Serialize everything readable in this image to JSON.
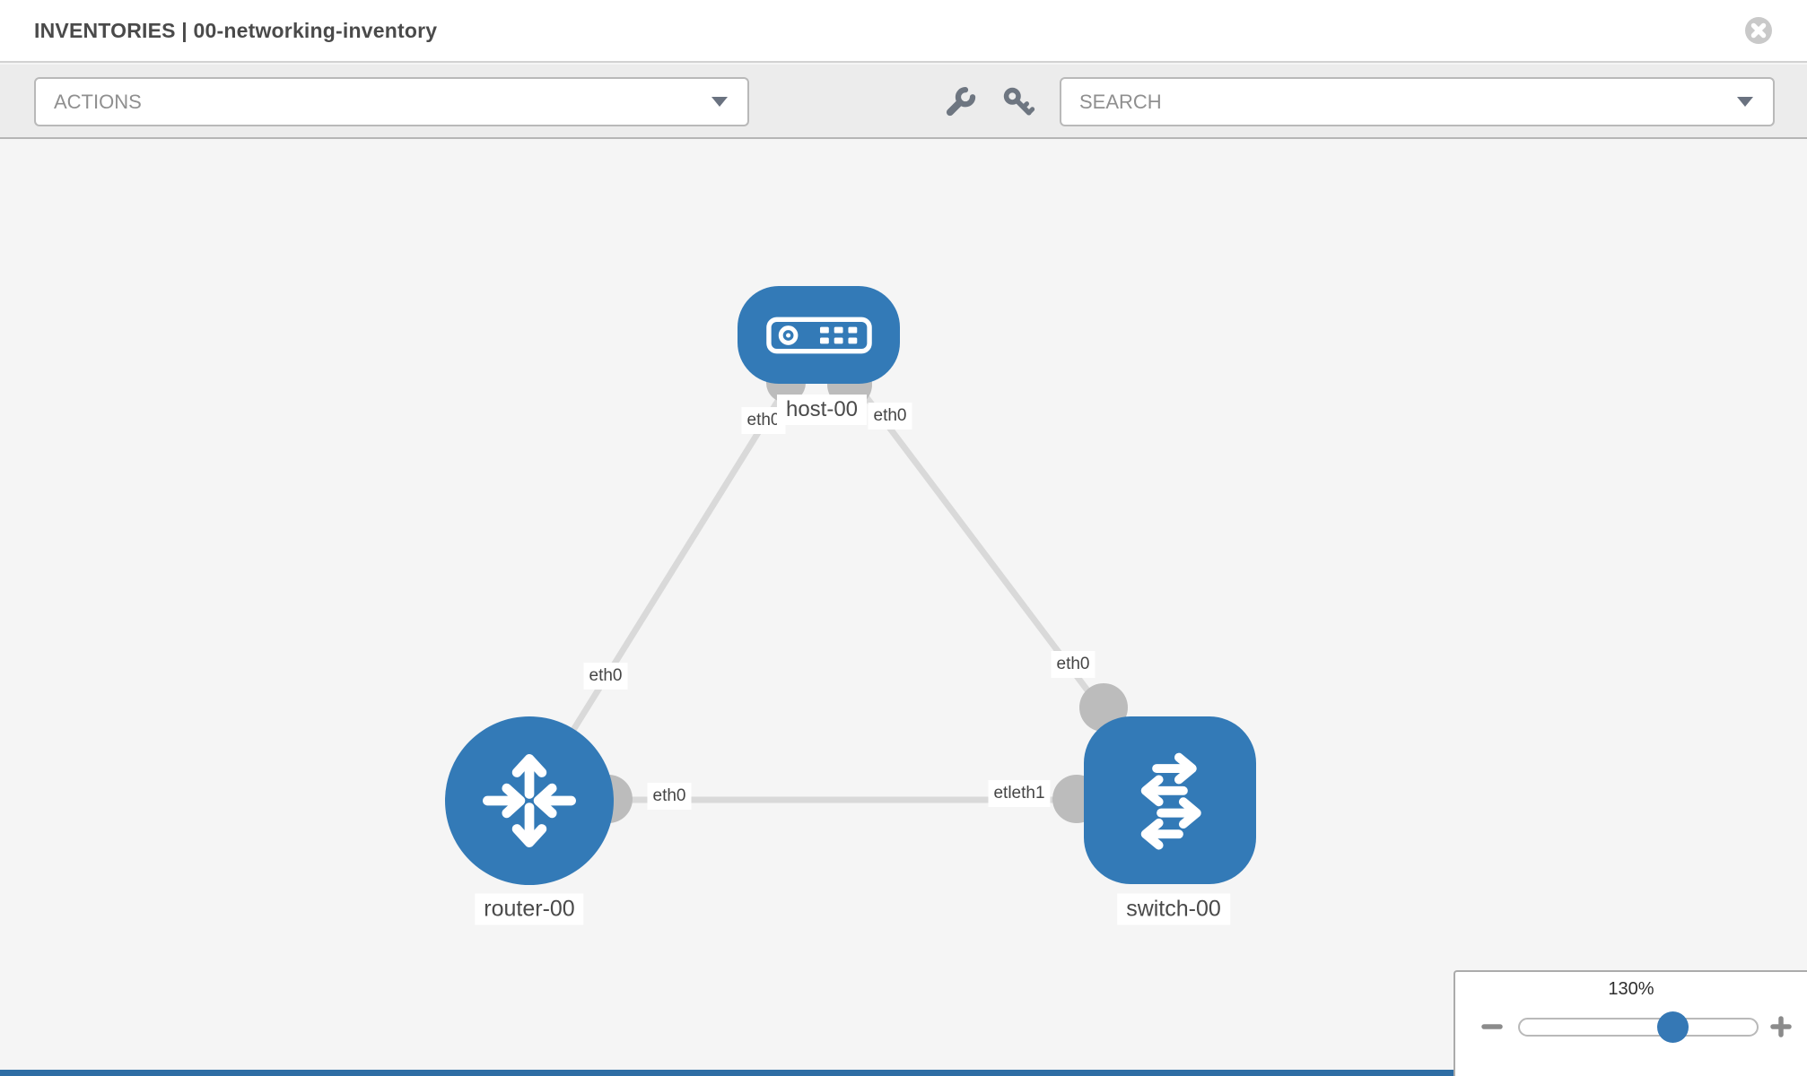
{
  "header": {
    "title": "INVENTORIES | 00-networking-inventory"
  },
  "toolbar": {
    "actions": {
      "placeholder": "ACTIONS"
    },
    "search": {
      "placeholder": "SEARCH"
    },
    "icons": [
      "wrench-icon",
      "key-icon"
    ]
  },
  "topology": {
    "nodes": [
      {
        "id": "host-00",
        "label": "host-00",
        "type": "host"
      },
      {
        "id": "router-00",
        "label": "router-00",
        "type": "router"
      },
      {
        "id": "switch-00",
        "label": "switch-00",
        "type": "switch"
      }
    ],
    "links": [
      {
        "source": "router-00",
        "target": "host-00",
        "source_label": "eth0",
        "target_label": "eth0"
      },
      {
        "source": "switch-00",
        "target": "host-00",
        "source_label": "eth0",
        "target_label": "eth0"
      },
      {
        "source": "router-00",
        "target": "switch-00",
        "source_label": "eth0",
        "target_label": "etleth1"
      }
    ]
  },
  "zoom_panel": {
    "level": "130%"
  },
  "colors": {
    "node_blue": "#337ab7",
    "link_gray": "#d9d9d9",
    "interface_gray": "#bcbcbc",
    "handle_blue": "#3578b5"
  }
}
